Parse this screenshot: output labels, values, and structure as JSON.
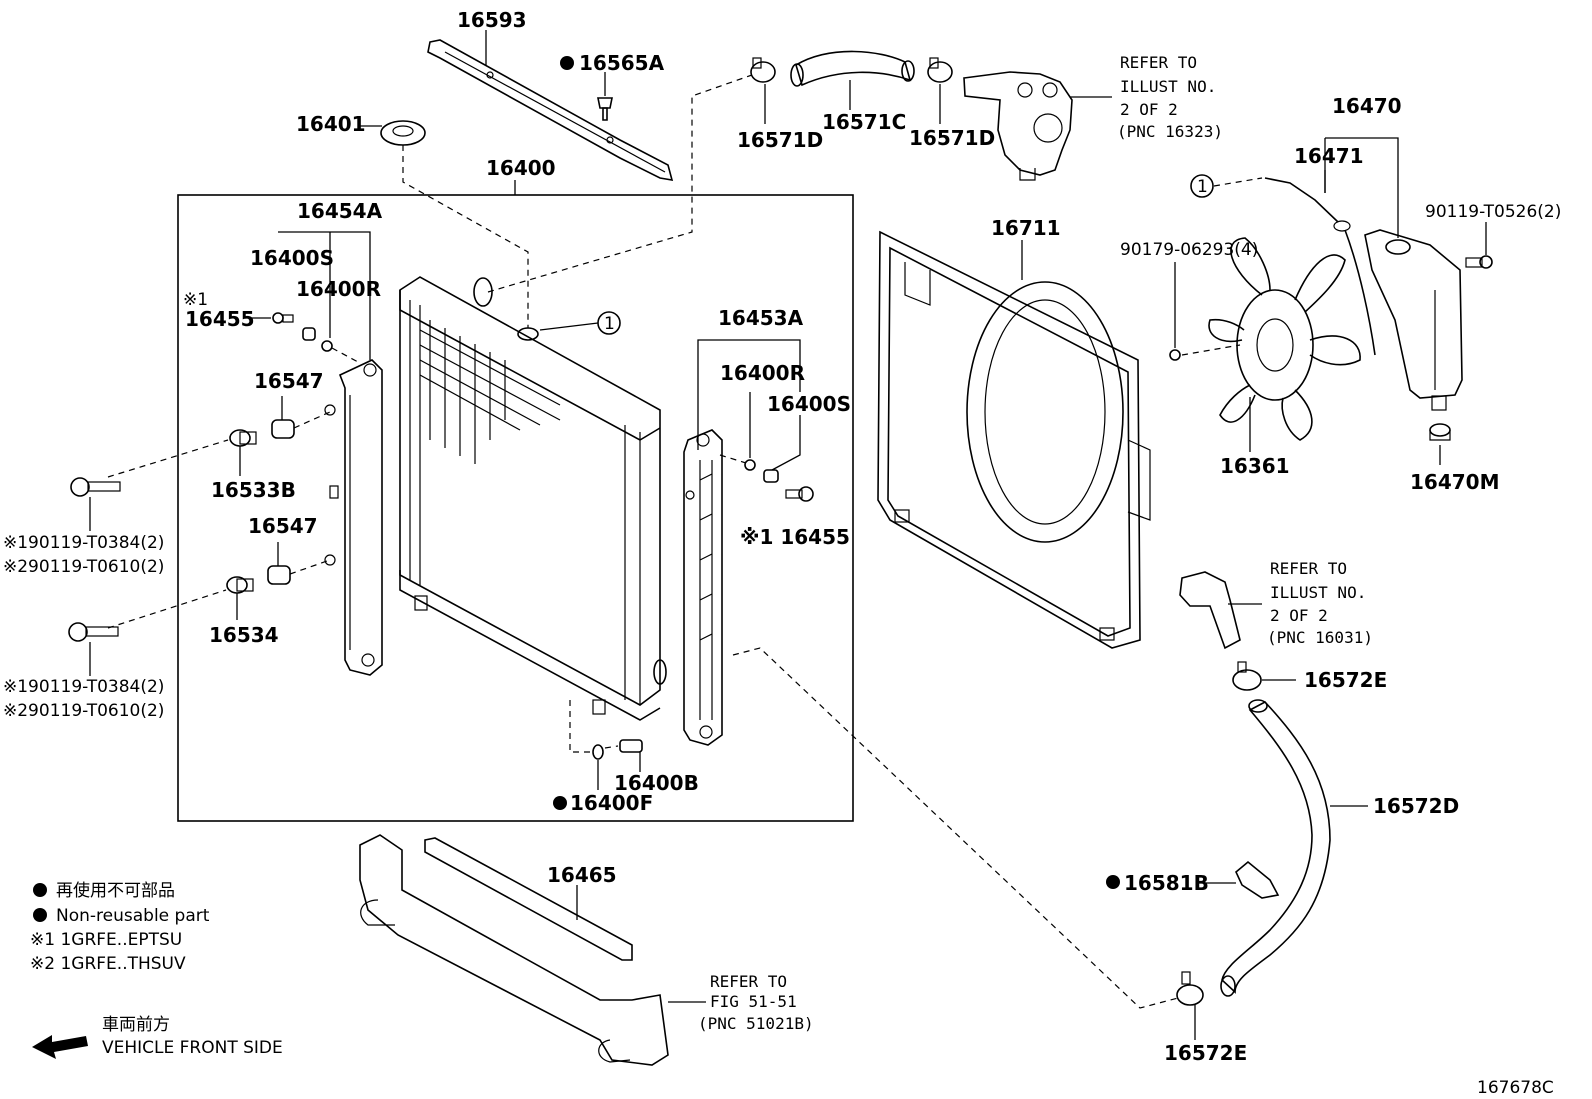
{
  "diagram_id": "167678C",
  "labels": {
    "p16593": "16593",
    "p16565A": "16565A",
    "p16401": "16401",
    "p16400": "16400",
    "p16454A": "16454A",
    "p16400S_l": "16400S",
    "p16400R_l": "16400R",
    "mark1_l": "※1",
    "p16455_l": "16455",
    "p16547_a": "16547",
    "p16533B": "16533B",
    "bolt_a1": "※190119-T0384(2)",
    "bolt_a2": "※290119-T0610(2)",
    "p16547_b": "16547",
    "p16534": "16534",
    "bolt_b1": "※190119-T0384(2)",
    "bolt_b2": "※290119-T0610(2)",
    "p16453A": "16453A",
    "p16400R_r": "16400R",
    "p16400S_r": "16400S",
    "p16455_r": "※1 16455",
    "p16400B": "16400B",
    "p16400F": "16400F",
    "p16571D_a": "16571D",
    "p16571C": "16571C",
    "p16571D_b": "16571D",
    "p16470": "16470",
    "p16471": "16471",
    "p90119_T0526": "90119-T0526(2)",
    "p16711": "16711",
    "p90179_06293": "90179-06293(4)",
    "p16361": "16361",
    "p16470M": "16470M",
    "p16572E_a": "16572E",
    "p16572D": "16572D",
    "p16581B": "16581B",
    "p16572E_b": "16572E",
    "p16465": "16465",
    "circle1": "1"
  },
  "refs": {
    "ref_top": [
      "REFER TO",
      "ILLUST NO.",
      "2 OF 2",
      "(PNC 16323)"
    ],
    "ref_mid": [
      "REFER TO",
      "ILLUST NO.",
      "2 OF 2",
      "(PNC 16031)"
    ],
    "ref_bottom": [
      "REFER TO",
      "FIG 51-51",
      "(PNC 51021B)"
    ]
  },
  "legend": {
    "jp_nonreusable": "再使用不可部品",
    "en_nonreusable": "Non-reusable part",
    "note1": "※1 1GRFE..EPTSU",
    "note2": "※2 1GRFE..THSUV",
    "jp_front": "車両前方",
    "en_front": "VEHICLE FRONT SIDE"
  }
}
